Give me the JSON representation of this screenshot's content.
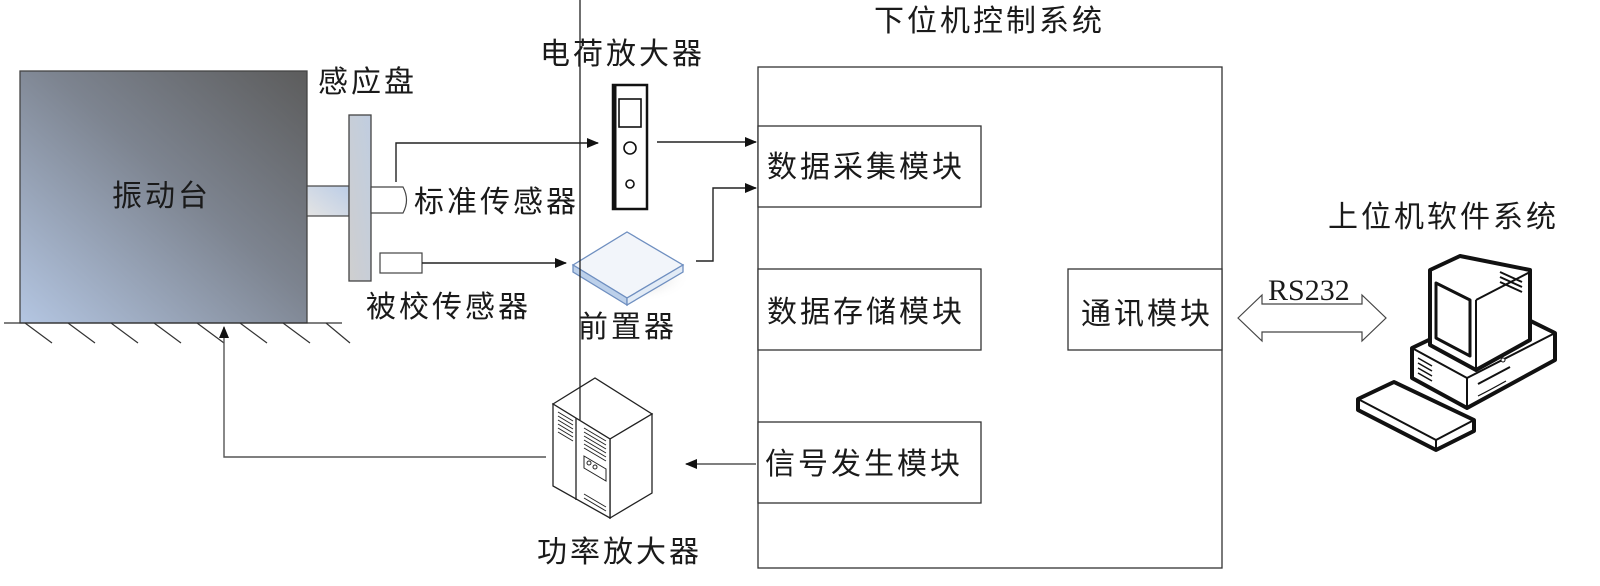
{
  "title": "振动传感器校准系统结构图",
  "shaker": {
    "label": "振动台"
  },
  "sensing_disk": {
    "label": "感应盘"
  },
  "standard_sensor": {
    "label": "标准传感器"
  },
  "calibrated_sensor": {
    "label": "被校传感器"
  },
  "charge_amplifier": {
    "label": "电荷放大器"
  },
  "preamplifier": {
    "label": "前置器"
  },
  "power_amplifier": {
    "label": "功率放大器"
  },
  "lower_system": {
    "title": "下位机控制系统",
    "modules": [
      {
        "label": "数据采集模块"
      },
      {
        "label": "数据存储模块"
      },
      {
        "label": "信号发生模块"
      },
      {
        "label": "通讯模块"
      }
    ]
  },
  "link": {
    "label": "RS232"
  },
  "upper_system": {
    "title": "上位机软件系统"
  },
  "colors": {
    "shaker_dark": "#5e5e5e",
    "shaker_light": "#b4c6e2",
    "disk_fill": "#c8d2e0",
    "preamp_top": "#eef2f8",
    "preamp_edge": "#6f8fc0"
  }
}
